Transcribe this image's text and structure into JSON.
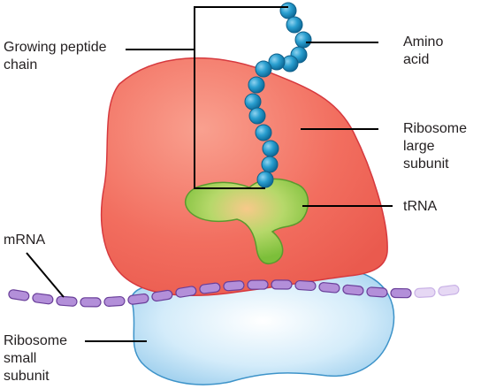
{
  "labels": {
    "growing_peptide_chain": [
      "Growing peptide",
      "chain"
    ],
    "amino_acid": [
      "Amino",
      "acid"
    ],
    "ribosome_large_subunit": [
      "Ribosome",
      "large",
      "subunit"
    ],
    "trna": [
      "tRNA"
    ],
    "mrna": [
      "mRNA"
    ],
    "ribosome_small_subunit": [
      "Ribosome",
      "small",
      "subunit"
    ]
  },
  "colors": {
    "large_subunit": "#f0665a",
    "large_subunit_outline": "#d6393e",
    "small_subunit": "#bfe2f7",
    "small_subunit_outline": "#3d93c9",
    "trna": "#8cc63f",
    "trna_outline": "#5a9a2e",
    "amino_acid": "#1f8fbf",
    "amino_acid_outline": "#10608a",
    "mrna": "#b38fd9",
    "mrna_outline": "#6a3f9a",
    "leader_line": "#000000"
  },
  "counts": {
    "amino_acids": 14
  }
}
